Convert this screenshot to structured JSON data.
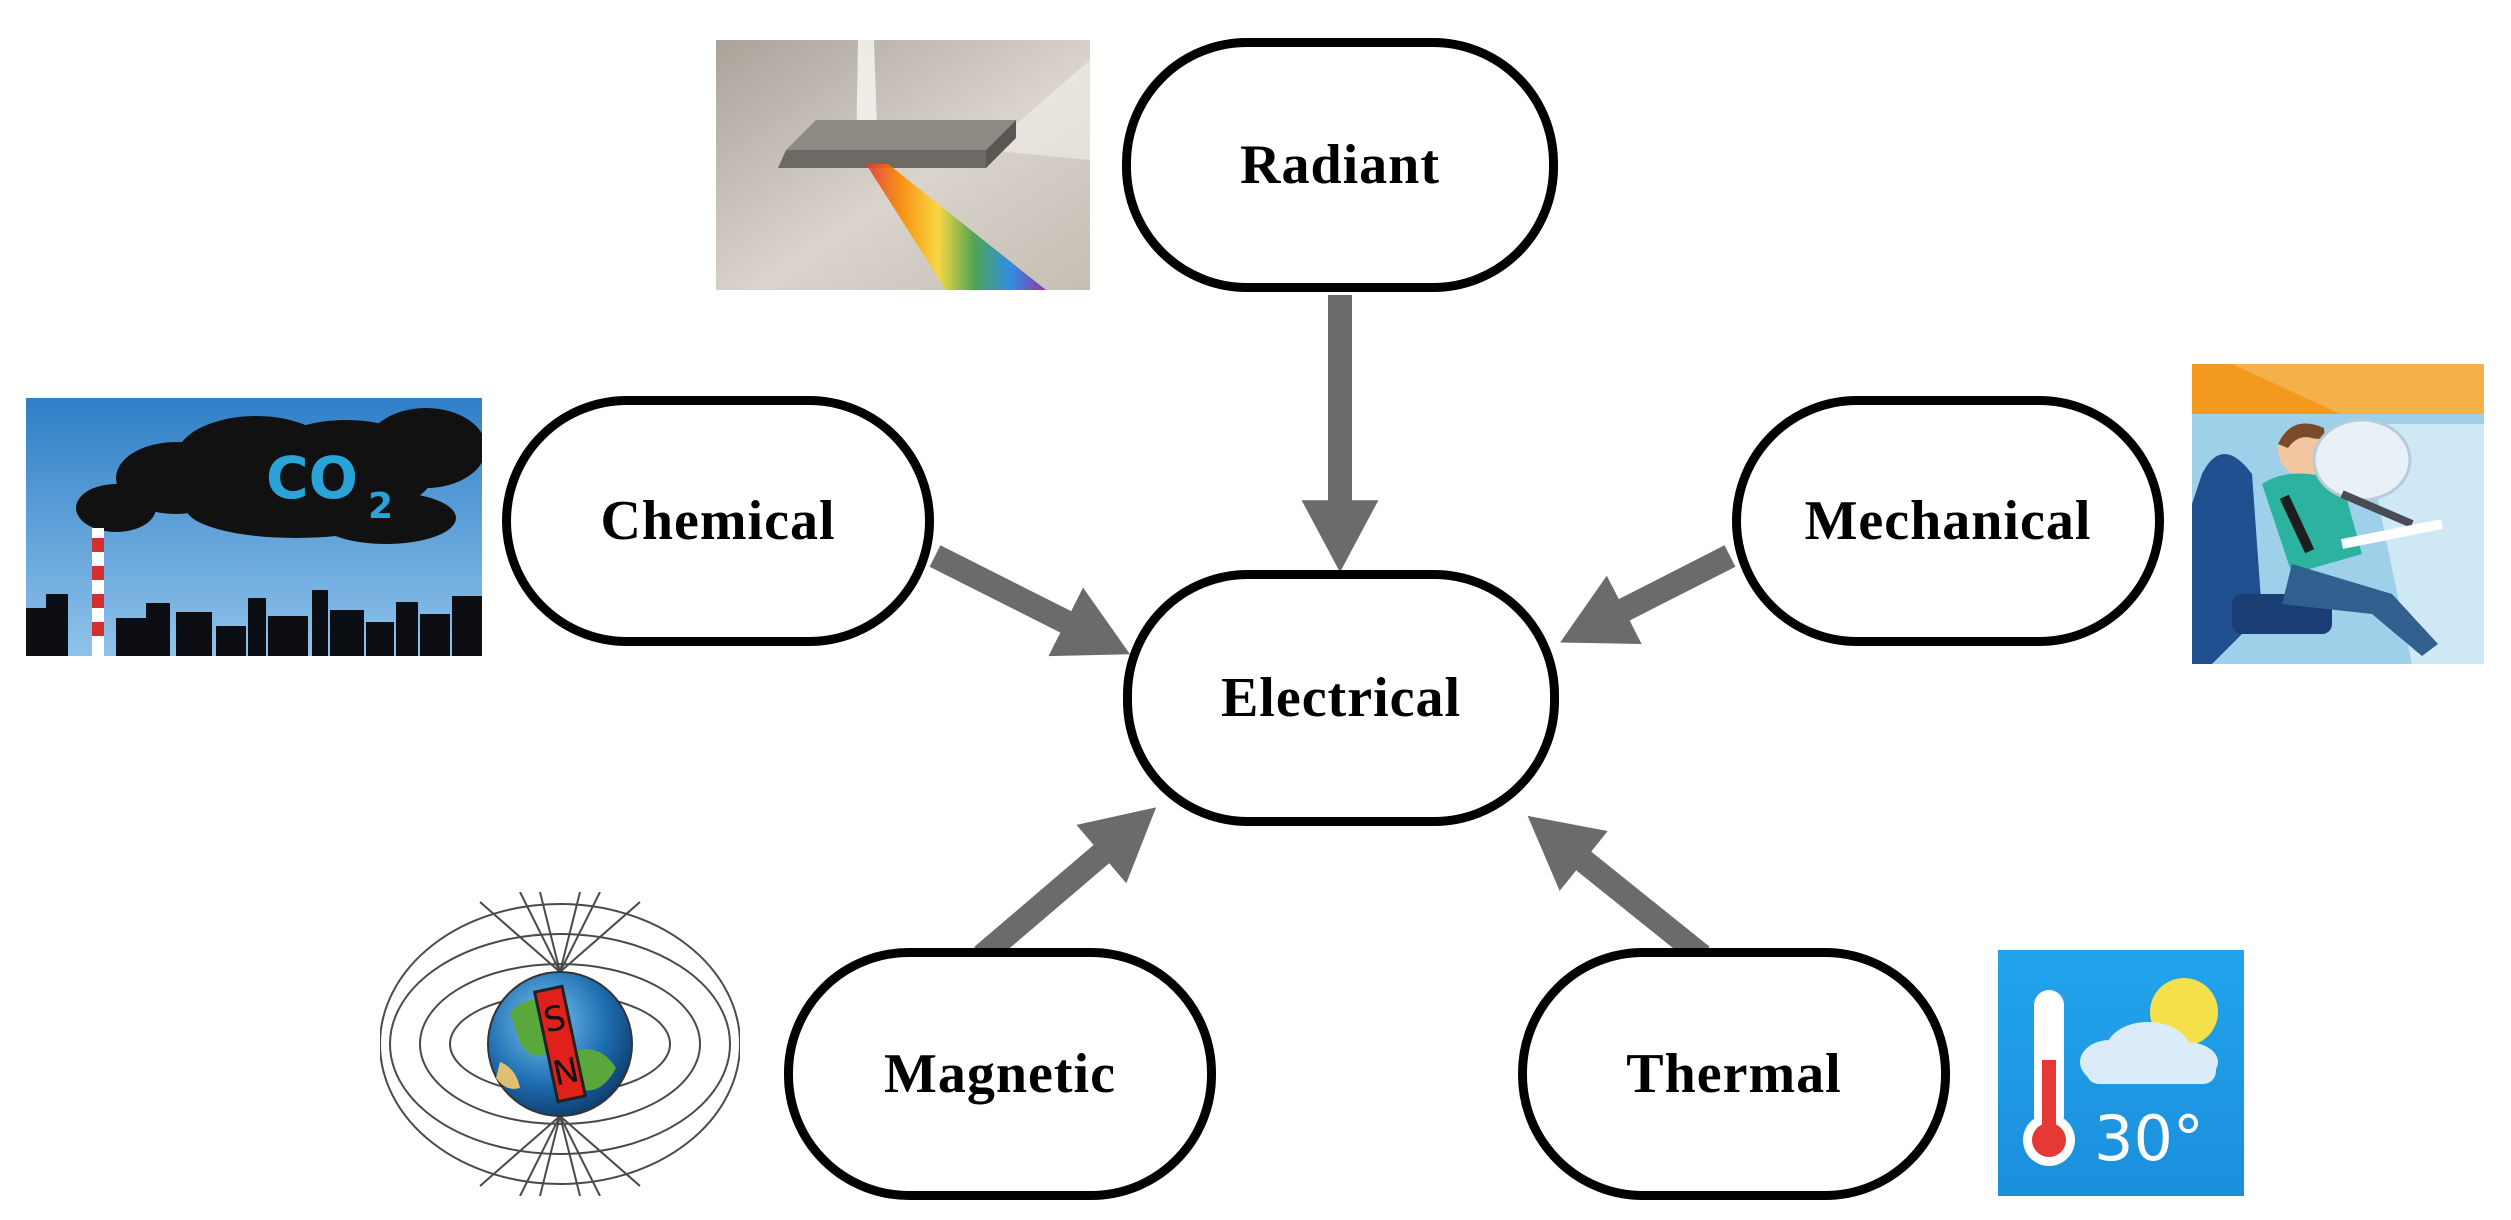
{
  "diagram": {
    "center": {
      "id": "electrical",
      "label": "Electrical"
    },
    "sources": [
      {
        "id": "radiant",
        "label": "Radiant",
        "icon": "prism-rainbow-icon"
      },
      {
        "id": "chemical",
        "label": "Chemical",
        "icon": "co2-smokestack-icon"
      },
      {
        "id": "mechanical",
        "label": "Mechanical",
        "icon": "car-airbag-icon"
      },
      {
        "id": "magnetic",
        "label": "Magnetic",
        "icon": "earth-magnet-field-icon"
      },
      {
        "id": "thermal",
        "label": "Thermal",
        "icon": "weather-thermometer-icon"
      }
    ],
    "edges": [
      {
        "from": "radiant",
        "to": "electrical"
      },
      {
        "from": "chemical",
        "to": "electrical"
      },
      {
        "from": "mechanical",
        "to": "electrical"
      },
      {
        "from": "magnetic",
        "to": "electrical"
      },
      {
        "from": "thermal",
        "to": "electrical"
      }
    ]
  },
  "pictures": {
    "co2_text": "CO",
    "co2_subscript": "2",
    "magnet_north": "N",
    "magnet_south": "S",
    "temperature": "30°"
  },
  "colors": {
    "arrow": "#6b6b6b",
    "node_border": "#000000",
    "sky": "#3f8fd2",
    "smoke": "#111111",
    "co2": "#2aa4d8",
    "weather_bg": "#1e9ae6",
    "sun": "#f3e04a",
    "magnet": "#e0201b",
    "orange": "#f39a1e"
  }
}
